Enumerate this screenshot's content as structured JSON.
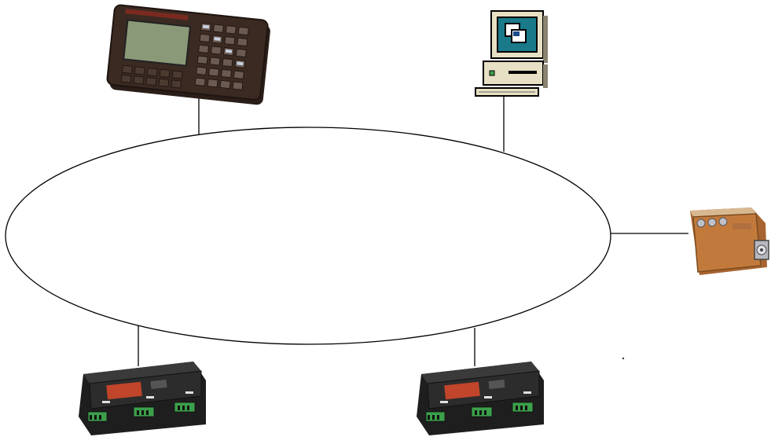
{
  "diagram": {
    "topology": "ring",
    "stroke_color": "#000000",
    "nodes": [
      {
        "id": "operator-panel",
        "icon": "operator-terminal-icon"
      },
      {
        "id": "workstation",
        "icon": "desktop-computer-icon"
      },
      {
        "id": "servo-drive",
        "icon": "servo-drive-icon"
      },
      {
        "id": "io-module-left",
        "icon": "io-module-icon"
      },
      {
        "id": "io-module-right",
        "icon": "io-module-icon"
      }
    ],
    "colors": {
      "panel_body": "#3a2a22",
      "panel_screen": "#8a9a78",
      "computer_body": "#e8e0c4",
      "computer_screen": "#1a7a8a",
      "drive_body": "#c27a3c",
      "module_body": "#2c2c2c",
      "module_label": "#c0452a",
      "terminal_green": "#3ca04a"
    }
  }
}
